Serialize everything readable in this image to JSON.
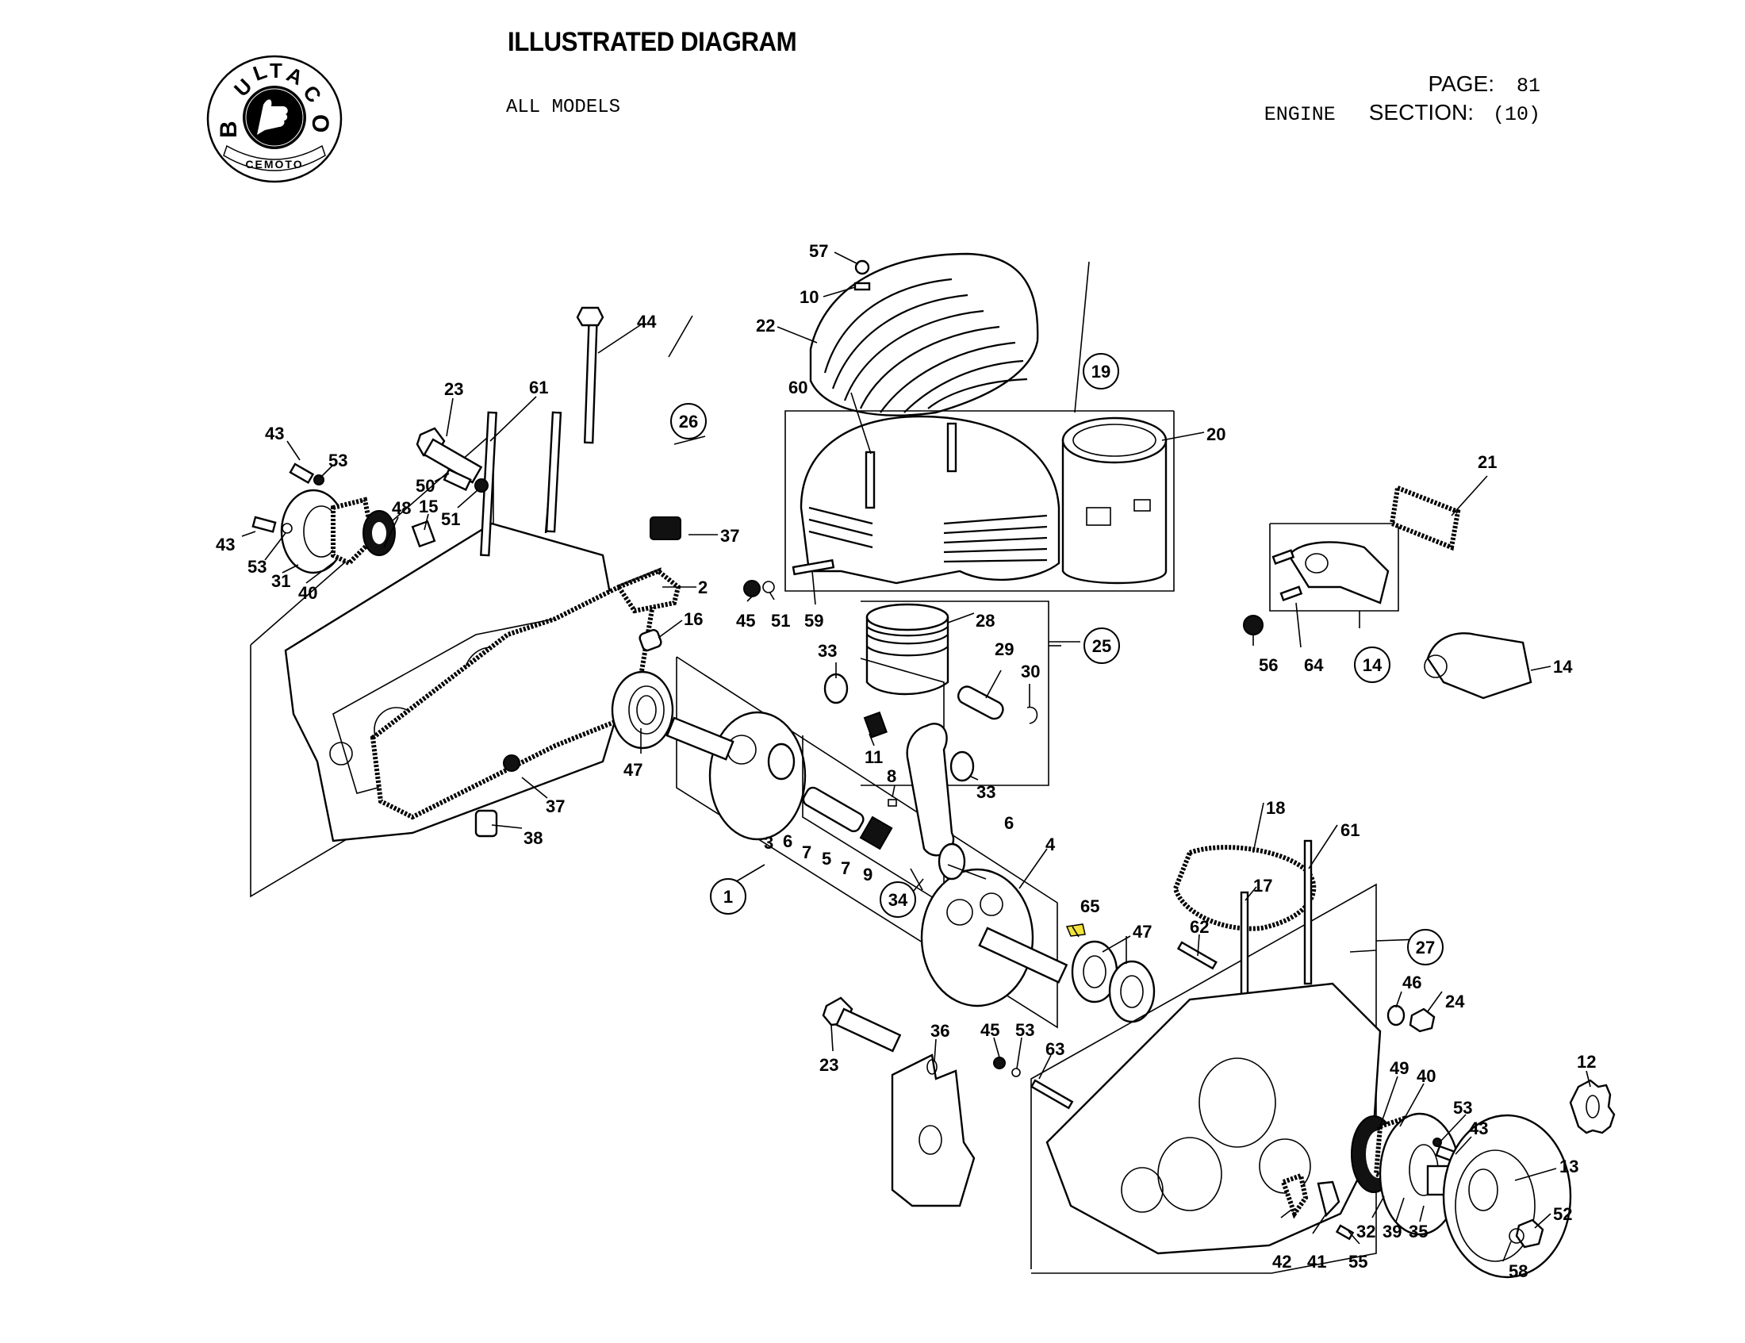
{
  "header": {
    "title": "ILLUSTRATED DIAGRAM",
    "subtitle": "ALL MODELS",
    "page_label": "PAGE:",
    "page_value": "81",
    "group": "ENGINE",
    "section_label": "SECTION:",
    "section_value": "(10)"
  },
  "logo": {
    "brand": "BULTACO",
    "tagline": "CEMOTO",
    "icon": "thumbs-up-icon"
  },
  "diagram": {
    "subject": "Engine exploded view",
    "highlight_color": "#f2e23a",
    "assembly_callouts": [
      {
        "id": "1",
        "label": "1"
      },
      {
        "id": "14",
        "label": "14"
      },
      {
        "id": "19",
        "label": "19"
      },
      {
        "id": "25",
        "label": "25"
      },
      {
        "id": "26",
        "label": "26"
      },
      {
        "id": "27",
        "label": "27"
      },
      {
        "id": "34",
        "label": "34"
      }
    ],
    "part_labels": [
      "57",
      "10",
      "22",
      "44",
      "23",
      "61",
      "43",
      "53",
      "50",
      "51",
      "48",
      "15",
      "43",
      "53",
      "31",
      "40",
      "37",
      "2",
      "16",
      "47",
      "37",
      "38",
      "60",
      "20",
      "21",
      "45",
      "51",
      "59",
      "28",
      "33",
      "29",
      "30",
      "11",
      "8",
      "33",
      "6",
      "3",
      "6",
      "7",
      "5",
      "7",
      "9",
      "4",
      "65",
      "47",
      "56",
      "64",
      "14",
      "18",
      "61",
      "17",
      "62",
      "46",
      "24",
      "23",
      "36",
      "45",
      "53",
      "63",
      "49",
      "40",
      "53",
      "43",
      "12",
      "13",
      "52",
      "32",
      "39",
      "35",
      "58",
      "42",
      "41",
      "55"
    ]
  }
}
